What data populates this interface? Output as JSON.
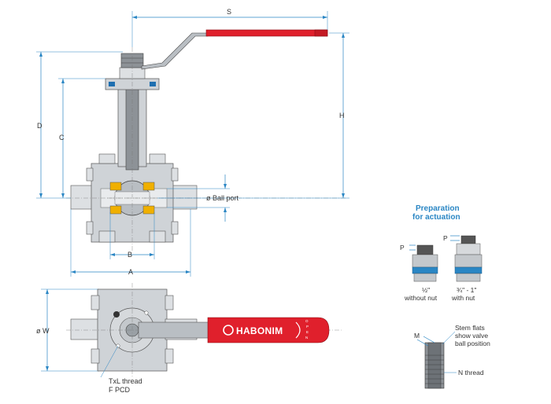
{
  "dimensions": {
    "s": "S",
    "h": "H",
    "d": "D",
    "c": "C",
    "b": "B",
    "a": "A",
    "w": "ø W",
    "ball_port": "ø Ball port",
    "txl_thread": "TxL thread",
    "f_pcd": "F PCD"
  },
  "handle": {
    "brand": "HABONIM",
    "open_letters": [
      "O",
      "P",
      "E",
      "N"
    ],
    "color": "#e0202c"
  },
  "preparation": {
    "title_line1": "Preparation",
    "title_line2": "for actuation",
    "title_color": "#2a86c4",
    "p_label": "P",
    "small": {
      "size": "½\"",
      "note": "without nut"
    },
    "large": {
      "size": "¾\" - 1\"",
      "note": "with nut"
    }
  },
  "stem_detail": {
    "m_label": "M",
    "flats_line1": "Stem flats",
    "flats_line2": "show valve",
    "flats_line3": "ball position",
    "n_thread": "N thread"
  },
  "colors": {
    "dimension_lines": "#2a86c4",
    "seat": "#f0b000",
    "handle_red": "#e0202c"
  }
}
